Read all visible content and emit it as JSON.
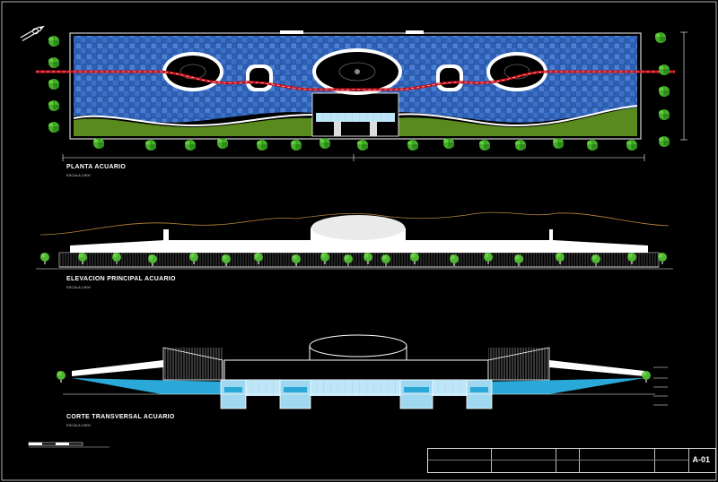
{
  "drawings": {
    "plan": {
      "title": "PLANTA ACUARIO",
      "scale": "ESCALA 1/500"
    },
    "elevation": {
      "title": "ELEVACION PRINCIPAL ACUARIO",
      "scale": "ESCALA 1/500"
    },
    "section": {
      "title": "CORTE TRANSVERSAL ACUARIO",
      "scale": "ESCALA 1/500"
    }
  },
  "titleblock": {
    "sheet_number": "A-01"
  },
  "colors": {
    "background": "#000000",
    "water_tile": "#3a6fc4",
    "lawn": "#5a8a1e",
    "trees": "#4fb832",
    "path_red": "#c8101a",
    "section_water": "#2aa8d8",
    "terrain_line": "#b8873a",
    "linework": "#ffffff"
  }
}
